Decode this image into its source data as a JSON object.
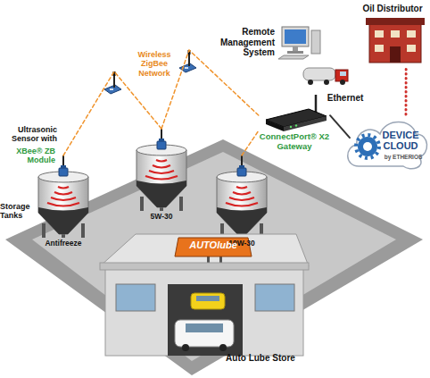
{
  "diagram": {
    "nodes": [
      {
        "text": [
          "Oil Distributor"
        ]
      },
      {
        "text": [
          "Remote Management System"
        ]
      },
      {
        "text": [
          "ConnectPort® X2 Gateway"
        ]
      },
      {
        "text": [
          "DEVICE CLOUD",
          "by ETHERIOS"
        ]
      },
      {
        "text": [
          "Antifreeze"
        ]
      },
      {
        "text": [
          "5W-30"
        ]
      },
      {
        "text": [
          "10W-30"
        ]
      },
      {
        "text": [
          "AUTOlube",
          "Auto Lube Store"
        ]
      }
    ],
    "edges": [
      {
        "from": 4,
        "to": 5,
        "arrow": "none"
      },
      {
        "from": 5,
        "to": 2,
        "arrow": "none"
      },
      {
        "from": 6,
        "to": 2,
        "arrow": "none"
      },
      {
        "from": 2,
        "to": 3,
        "label": "Ethernet",
        "arrow": "none"
      },
      {
        "from": 3,
        "to": 0,
        "arrow": "none"
      }
    ],
    "labels": [
      "Wireless ZigBee Network",
      "Ultrasonic Sensor with",
      "XBee® ZB Module",
      "Storage Tanks"
    ]
  }
}
